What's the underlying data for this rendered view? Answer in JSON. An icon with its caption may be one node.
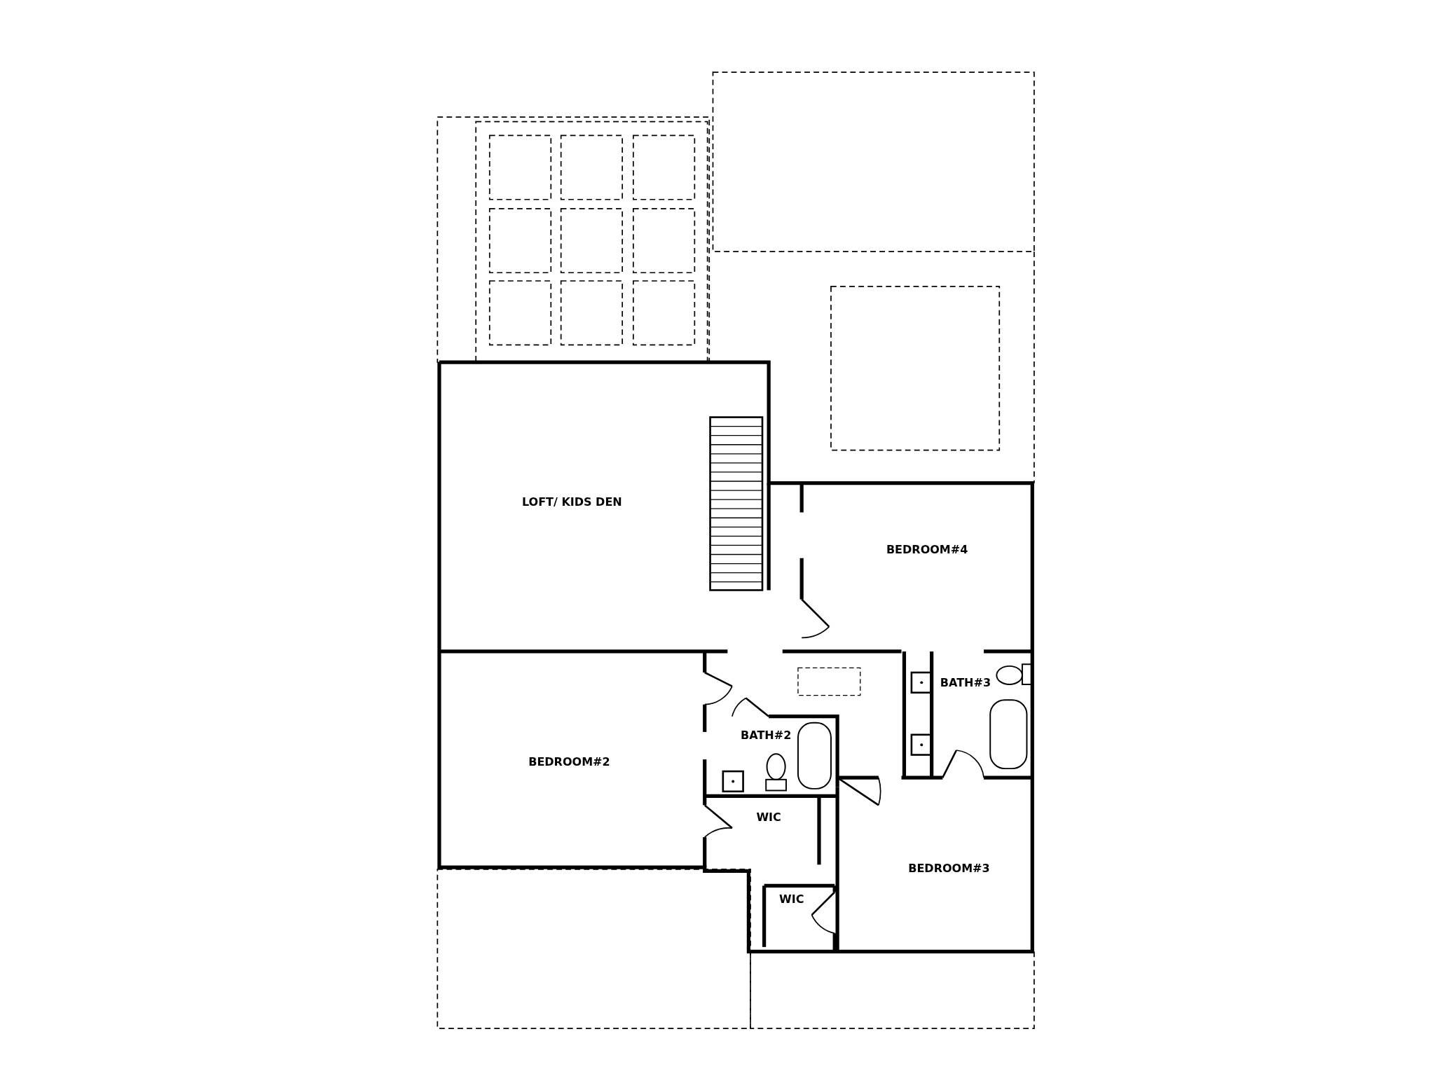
{
  "diagram": {
    "nodes": [
      {
        "text": [
          "LOFT/ KIDS DEN"
        ]
      },
      {
        "text": [
          "BEDROOM#4"
        ]
      },
      {
        "text": [
          "BATH#3"
        ]
      },
      {
        "text": [
          "BEDROOM#2"
        ]
      },
      {
        "text": [
          "BATH#2"
        ]
      },
      {
        "text": [
          "WIC"
        ]
      },
      {
        "text": [
          "BEDROOM#3"
        ]
      },
      {
        "text": [
          "WIC"
        ]
      }
    ]
  }
}
